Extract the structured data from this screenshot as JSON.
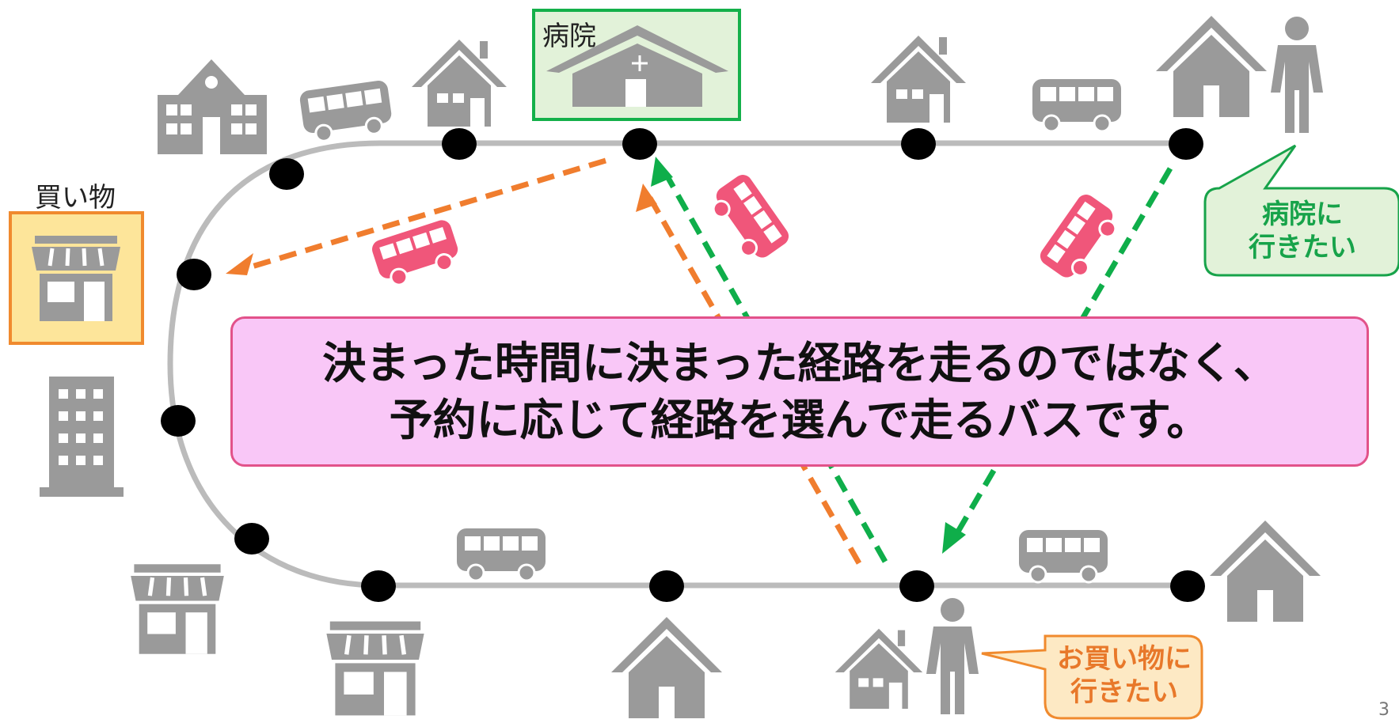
{
  "labels": {
    "hospital": "病院",
    "shopping": "買い物"
  },
  "main_message": {
    "line1": "決まった時間に決まった経路を走るのではなく、",
    "line2": "予約に応じて経路を選んで走るバスです。"
  },
  "bubbles": {
    "hospital": {
      "line1": "病院に",
      "line2": "行きたい",
      "color": "#17a34a"
    },
    "shopping": {
      "line1": "お買い物に",
      "line2": "行きたい",
      "color": "#e8782a"
    }
  },
  "page_number": "3",
  "colors": {
    "route": "#bbbbbb",
    "stop": "#000000",
    "icon": "#9a9a9a",
    "green_path": "#0fae4a",
    "orange_path": "#f07d2e",
    "demand_bus": "#f0567a",
    "hospital_box_fill": "#e2f2d9",
    "hospital_box_border": "#14b04a",
    "shop_box_fill": "#fde59a",
    "shop_box_border": "#f08a2e"
  },
  "icons": [
    "school-icon",
    "house-icon",
    "hospital-icon",
    "shop-icon",
    "building-icon",
    "person-icon",
    "bus-icon",
    "on-demand-bus-icon"
  ]
}
